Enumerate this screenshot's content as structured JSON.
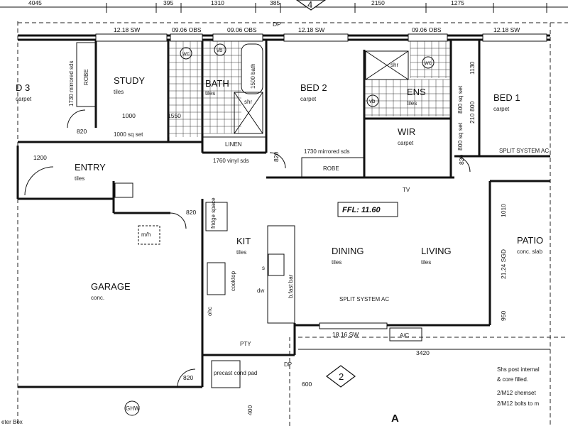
{
  "rooms": {
    "bed3": {
      "name": "D 3",
      "finish": "carpet"
    },
    "study": {
      "name": "STUDY",
      "finish": "tiles"
    },
    "bath": {
      "name": "BATH",
      "finish": "tiles"
    },
    "bed2": {
      "name": "BED 2",
      "finish": "carpet"
    },
    "ens": {
      "name": "ENS",
      "finish": "tiles"
    },
    "bed1": {
      "name": "BED 1",
      "finish": "carpet"
    },
    "wir": {
      "name": "WIR",
      "finish": "carpet"
    },
    "entry": {
      "name": "ENTRY",
      "finish": "tiles"
    },
    "kit": {
      "name": "KIT",
      "finish": "tiles"
    },
    "dining": {
      "name": "DINING",
      "finish": "tiles"
    },
    "living": {
      "name": "LIVING",
      "finish": "tiles"
    },
    "garage": {
      "name": "GARAGE",
      "finish": "conc."
    },
    "patio": {
      "name": "PATIO",
      "finish": "conc. slab"
    },
    "pty": {
      "name": "PTY"
    },
    "linen": {
      "name": "LINEN"
    }
  },
  "top_dimensions": [
    "4045",
    "395",
    "1310",
    "385",
    "2150",
    "1275"
  ],
  "windows": [
    "12.18 SW",
    "09.06 OBS",
    "09.06 OBS",
    "12.18 SW",
    "09.06 OBS",
    "12.18 SW",
    "18.16 SW"
  ],
  "labels": {
    "dp_top": "DP",
    "dp_bottom": "DP",
    "robe_left": "ROBE",
    "robe_bed2": "ROBE",
    "mirror_left": "1730 mirrored sds",
    "mirror_bed2": "1730 mirrored sds",
    "vinyl": "1760 vinyl sds",
    "sq_set": "1000 sq set",
    "wc": "wc",
    "vb": "vb",
    "shr": "shr",
    "bath_dim": "1500 bath",
    "ffl": "FFL: 11.60",
    "tv": "TV",
    "split_ac_bed1": "SPLIT SYSTEM AC",
    "split_ac_living": "SPLIT SYSTEM AC",
    "ac": "A/C",
    "fridge": "fridge space",
    "cooktop": "cooktop",
    "ohc": "ohc",
    "bfast": "b.fast bar",
    "dw": "dw",
    "s": "s",
    "mh": "m/h",
    "precast": "precast cond pad",
    "ghw": "GHW",
    "meter": "eter Box",
    "a": "A",
    "grid_4": "4",
    "grid_2": "2"
  },
  "dimensions": {
    "d1000": "1000",
    "d1550": "1550",
    "d820_study": "820",
    "d1200": "1200",
    "d820_entry": "820",
    "d820_garage": "820",
    "d820_bed2": "820",
    "d820_bed1": "820",
    "d1130": "1130",
    "d800a": "800 sq set",
    "d210": "210",
    "d800b": "800",
    "d800c": "800 sq set",
    "d1010": "1010",
    "d2124": "21.24 SGD",
    "d950": "950",
    "d3420": "3420",
    "d600": "600",
    "d400": "400"
  },
  "notes": [
    "Shs post internal",
    "& core filled.",
    "2/M12 chemset",
    "2/M12 bolts to m"
  ]
}
